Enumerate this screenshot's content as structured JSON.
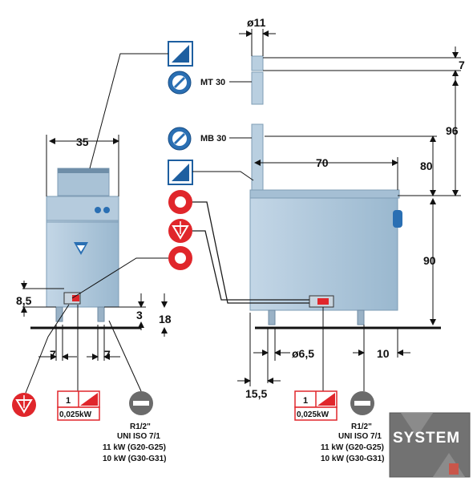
{
  "dimensions": {
    "left_width": "35",
    "left_height_gas": "8,5",
    "left_foot_height": "3",
    "left_floor_height": "18",
    "left_offset_a": "7",
    "left_offset_b": "7",
    "right_valve_diameter": "ø11",
    "right_top": "7",
    "right_96": "96",
    "right_80": "80",
    "right_depth": "70",
    "right_height": "90",
    "right_gas_diameter": "ø6,5",
    "right_offset": "15,5",
    "right_back": "10"
  },
  "labels": {
    "mt30": "MT 30",
    "mb30": "MB 30"
  },
  "left_connection": {
    "electric_code": "1",
    "power_small": "0,025kW",
    "thread": "R1/2\"",
    "standard": "UNI ISO 7/1",
    "power1": "11 kW (G20-G25)",
    "power2": "10 kW (G30-G31)"
  },
  "right_connection": {
    "electric_code": "1",
    "power_small": "0,025kW",
    "thread": "R1/2\"",
    "standard": "UNI ISO 7/1",
    "power1": "11 kW (G20-G25)",
    "power2": "10 kW (G30-G31)"
  },
  "watermark": {
    "text": "SYSTEM"
  },
  "colors": {
    "appliance_fill": "#aac3d8",
    "appliance_dark": "#7fa3c0",
    "red": "#e0262b",
    "blue_icon": "#2a6fb3"
  }
}
